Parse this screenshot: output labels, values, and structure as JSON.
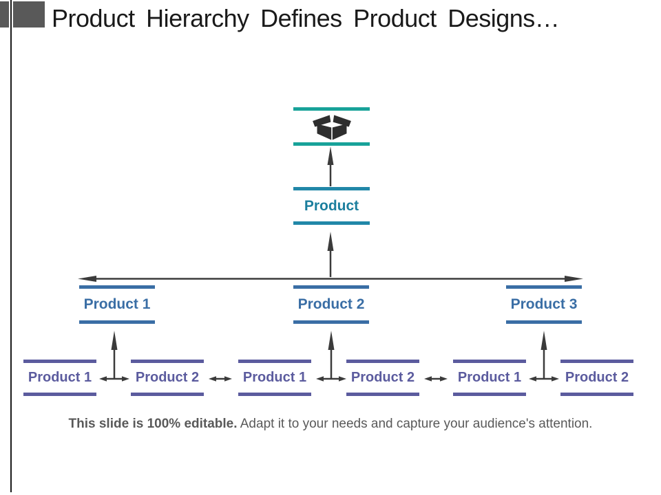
{
  "title": "Product Hierarchy Defines Product Designs…",
  "hierarchy": {
    "root_icon": "open-box-icon",
    "root": {
      "label": "Product"
    },
    "level2": [
      {
        "label": "Product 1"
      },
      {
        "label": "Product 2"
      },
      {
        "label": "Product 3"
      }
    ],
    "level3_pairs": [
      {
        "left": "Product 1",
        "right": "Product 2"
      },
      {
        "left": "Product 1",
        "right": "Product 2"
      },
      {
        "left": "Product 1",
        "right": "Product 2"
      }
    ]
  },
  "footer": {
    "bold": "This slide is 100% editable.",
    "regular": " Adapt it to your needs and capture your audience's attention."
  },
  "colors": {
    "root_icon_lines": "#18a299",
    "root_label_lines": "#2187a8",
    "root_label_text": "#1c7f9e",
    "level2": "#3a6ea5",
    "level3": "#5b5b9e",
    "arrows": "#3b3b3b",
    "decor": "#595959",
    "title_text": "#1a1a1a"
  }
}
